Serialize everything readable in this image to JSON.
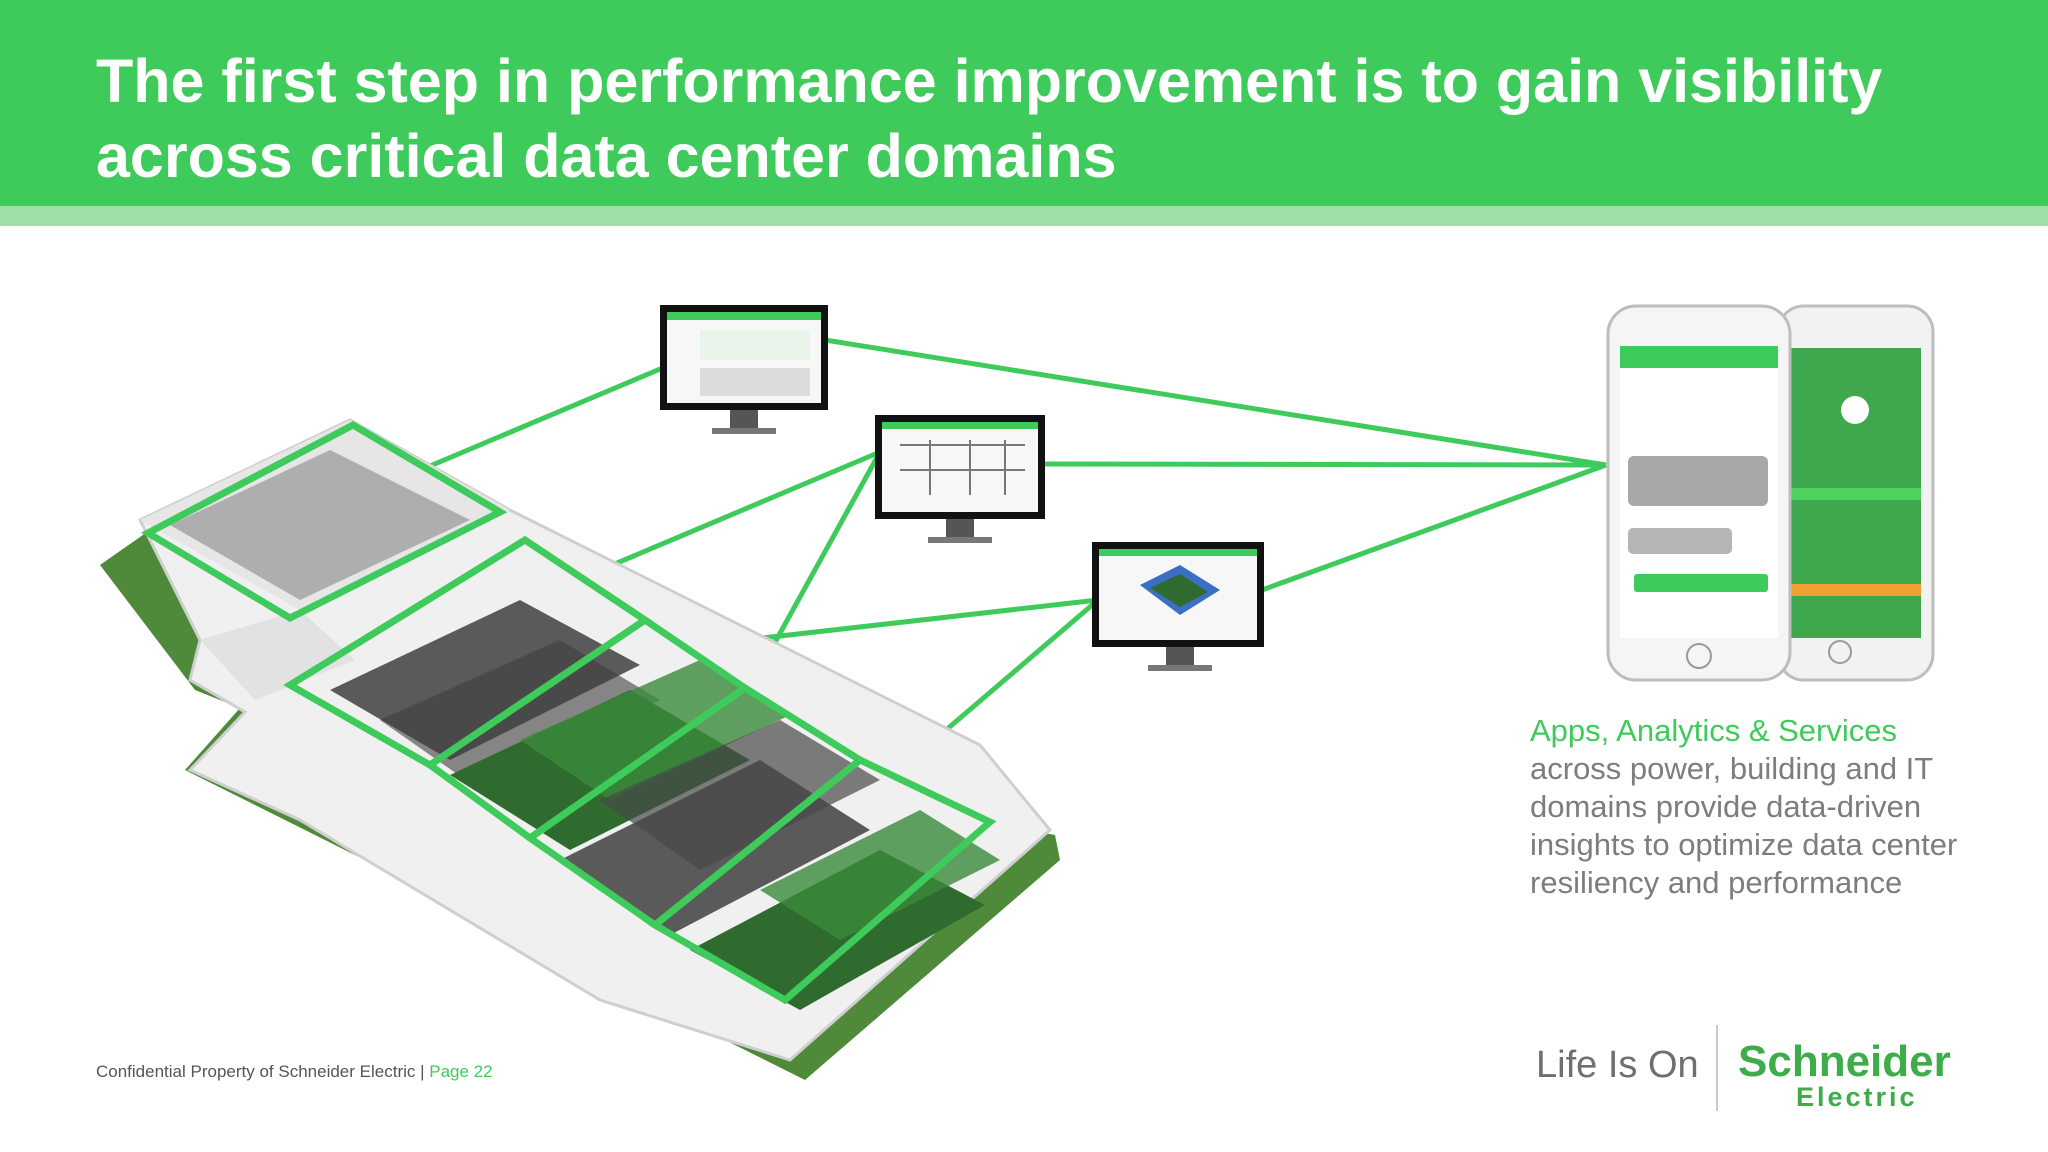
{
  "slide": {
    "title": "The first step in performance improvement is to gain visibility across critical data center domains",
    "caption_accent": "Apps, Analytics & Services",
    "caption_body": "across power, building and IT domains provide data-driven insights to optimize data center resiliency and performance",
    "footer_text": "Confidential Property of Schneider Electric | ",
    "footer_page": "Page 22",
    "tagline": "Life Is On",
    "brand_name": "Schneider",
    "brand_sub": "Electric"
  },
  "colors": {
    "header_green": "#3fcb5b",
    "header_strip": "#9ee0a8",
    "accent_green": "#3fcb5b",
    "brand_green": "#3dac49",
    "body_gray": "#7d7d7d"
  },
  "illustration": {
    "floor_plan": "data-center-floor-plan-illustration",
    "monitors": [
      "monitor-dashboard",
      "monitor-power-diagram",
      "monitor-3d-floor-view"
    ],
    "phones": [
      "phone-app-alerts",
      "phone-app-settings"
    ]
  }
}
